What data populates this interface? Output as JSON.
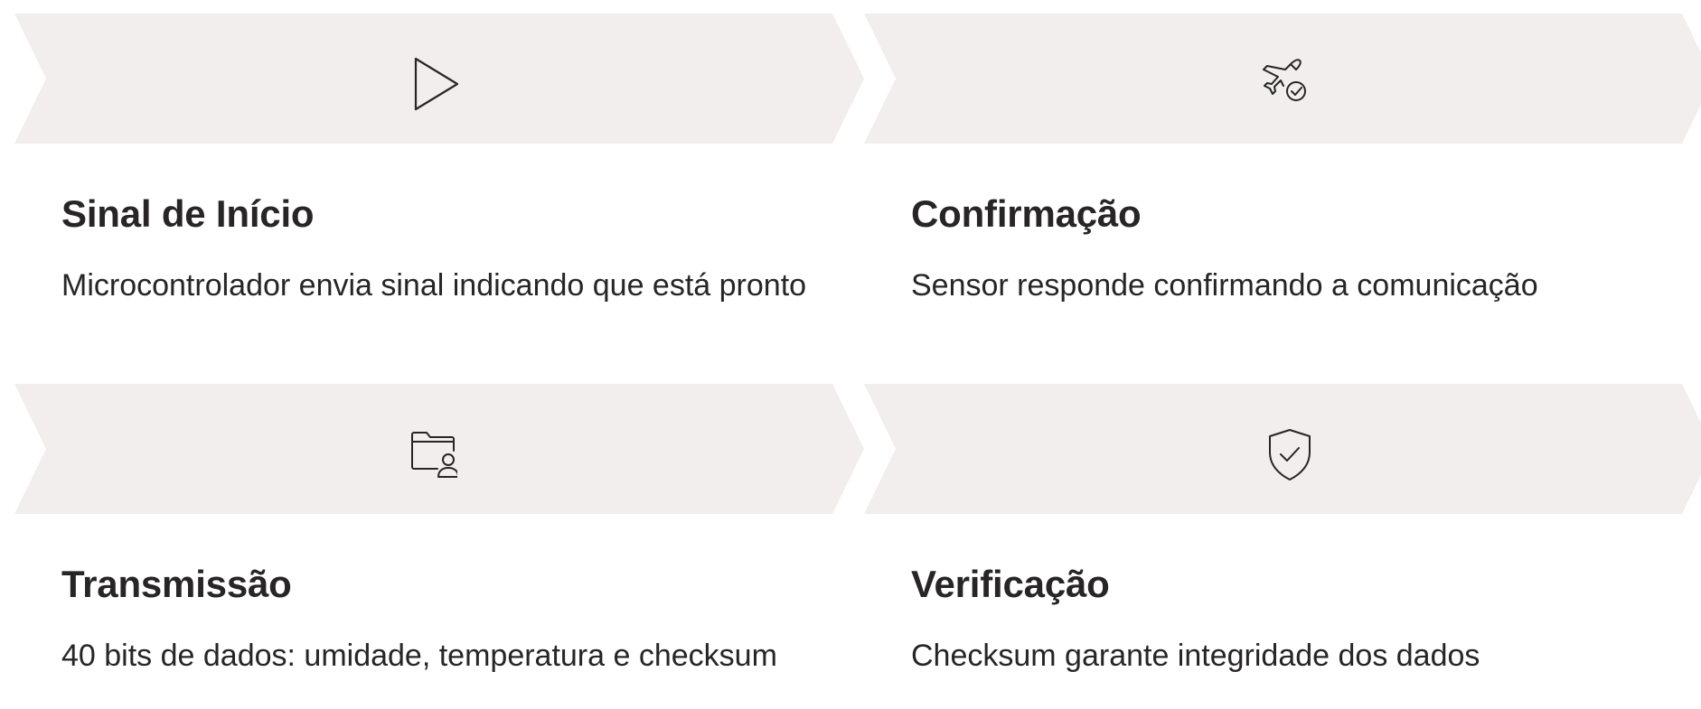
{
  "colors": {
    "chevron_fill": "#f1eeed",
    "text": "#272525",
    "icon_stroke": "#272525",
    "background": "#ffffff"
  },
  "steps": [
    {
      "icon": "play-icon",
      "title": "Sinal de Início",
      "description": "Microcontrolador envia sinal indicando que está pronto"
    },
    {
      "icon": "airplane-check-icon",
      "title": "Confirmação",
      "description": "Sensor responde confirmando a comunicação"
    },
    {
      "icon": "folder-user-icon",
      "title": "Transmissão",
      "description": "40 bits de dados: umidade, temperatura e checksum"
    },
    {
      "icon": "shield-check-icon",
      "title": "Verificação",
      "description": "Checksum garante integridade dos dados"
    }
  ]
}
